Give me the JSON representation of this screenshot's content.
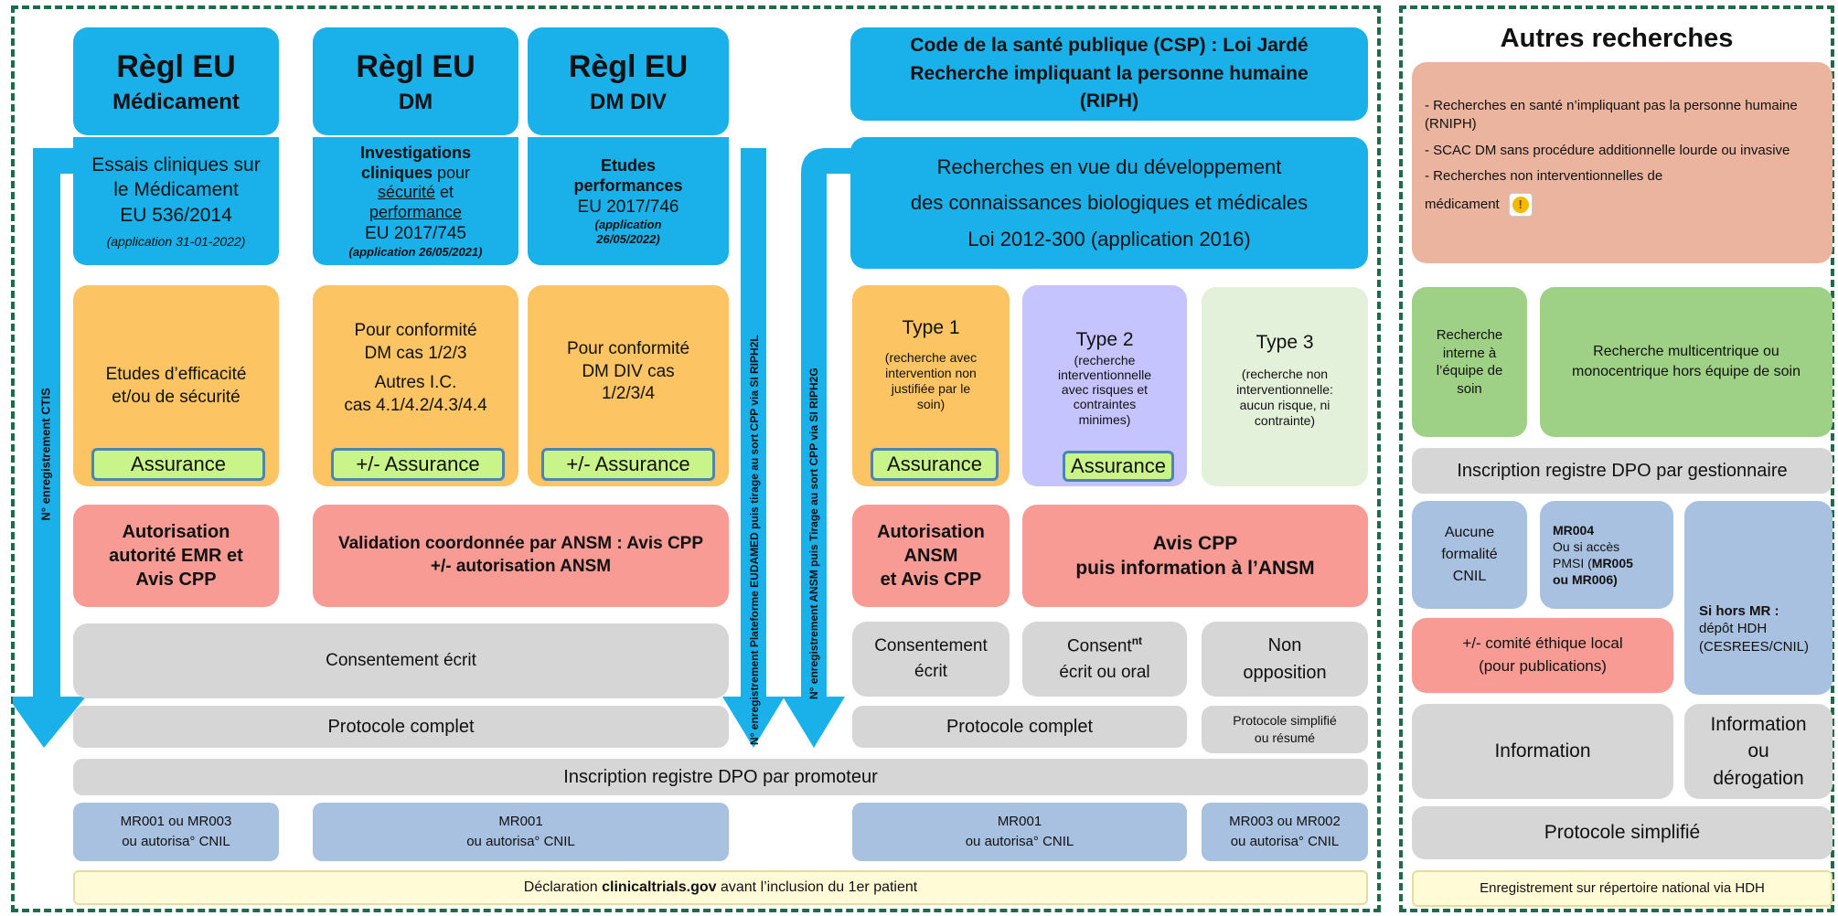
{
  "cols": {
    "med": {
      "title1": "Règl EU",
      "title2": "Médicament",
      "scope1": "Essais cliniques sur",
      "scope2": "le Médicament",
      "scope3": "EU 536/2014",
      "scope4": "(application 31-01-2022)",
      "study1": "Etudes d’efficacité",
      "study2": "et/ou de sécurité",
      "assur": "Assurance",
      "auth1": "Autorisation",
      "auth2": "autorité EMR et",
      "auth3": "Avis CPP",
      "reg1": "MR001 ou MR003",
      "reg2": "ou autorisa° CNIL"
    },
    "dm": {
      "title1": "Règl EU",
      "title2": "DM",
      "scope_b1": "Investigations",
      "scope_b2": "cliniques",
      "scope_pour": " pour",
      "scope_s": "sécurité",
      "scope_et": " et",
      "scope_p": "performance",
      "scope3": "EU 2017/745",
      "scope4": "(application 26/05/2021)",
      "study1": "Pour conformité",
      "study2": "DM cas 1/2/3",
      "study3": "Autres I.C.",
      "study4": "cas 4.1/4.2/4.3/4.4",
      "assur": "+/- Assurance",
      "reg1": "MR001",
      "reg2": "ou autorisa° CNIL"
    },
    "div": {
      "title1": "Règl EU",
      "title2": "DM DIV",
      "scope1": "Etudes",
      "scope2": "performances",
      "scope3": "EU 2017/746",
      "scope4": "(application",
      "scope5": "26/05/2022)",
      "study1": "Pour conformité",
      "study2": "DM DIV cas",
      "study3": "1/2/3/4",
      "assur": "+/- Assurance"
    },
    "dmdiv_valid": "Validation coordonnée par ANSM : Avis CPP +/- autorisation ANSM",
    "eu_consent": "Consentement écrit",
    "eu_protocol": "Protocole complet"
  },
  "csp": {
    "title1": "Code de la santé publique (CSP) : Loi Jardé",
    "title2": "Recherche impliquant la personne humaine",
    "title3": "(RIPH)",
    "scope1": "Recherches en vue du développement",
    "scope2": "des connaissances biologiques et médicales",
    "scope3": "Loi 2012-300 (application 2016)",
    "t1": {
      "title": "Type 1",
      "d1": "(recherche avec",
      "d2": "intervention non",
      "d3": "justifiée par le",
      "d4": "soin)",
      "assur": "Assurance"
    },
    "t2": {
      "title": "Type 2",
      "d1": "(recherche",
      "d2": "interventionnelle",
      "d3": "avec risques et",
      "d4": "contraintes",
      "d5": "minimes)",
      "assur": "Assurance"
    },
    "t3": {
      "title": "Type 3",
      "d1": "(recherche non",
      "d2": "interventionnelle:",
      "d3": "aucun risque, ni",
      "d4": "contrainte)"
    },
    "auth1": "Autorisation",
    "auth2": "ANSM",
    "auth3": "et Avis CPP",
    "avis1": "Avis CPP",
    "avis2": "puis information à l’ANSM",
    "c1a": "Consentement",
    "c1b": "écrit",
    "c2a": "Consent",
    "c2sup": "nt",
    "c2b": "écrit ou oral",
    "c3a": "Non",
    "c3b": "opposition",
    "protocol": "Protocole complet",
    "proto_s1": "Protocole simplifié",
    "proto_s2": "ou résumé",
    "reg1a": "MR001",
    "reg1b": "ou autorisa° CNIL",
    "reg2a": "MR003 ou MR002",
    "reg2b": "ou autorisa° CNIL"
  },
  "shared": {
    "dpo_promoteur": "Inscription registre DPO par promoteur",
    "decl_pre": "Déclaration ",
    "decl_bold": "clinicaltrials.gov",
    "decl_post": " avant l’inclusion du 1er patient"
  },
  "arrows": {
    "ctis": "N° enregistrement CTIS",
    "eudamed": "N° enregistrement Plateforme EUDAMED puis tirage au sort CPP via SI RIPH2L",
    "ansm": "N° enregistrement ANSM puis Tirage au sort CPP via SI RIPH2G"
  },
  "autres": {
    "title": "Autres recherches",
    "list": [
      "- Recherches en santé n’impliquant pas la personne humaine (RNIPH)",
      "- SCAC DM sans procédure additionnelle lourde ou invasive",
      "- Recherches non interventionnelles de"
    ],
    "list_last": "médicament",
    "interne1": "Recherche",
    "interne2": "interne à",
    "interne3": "l’équipe de",
    "interne4": "soin",
    "multi1": "Recherche multicentrique ou",
    "multi2": "monocentrique hors équipe de soin",
    "dpo_gest": "Inscription registre DPO par gestionnaire",
    "aucune1": "Aucune",
    "aucune2": "formalité",
    "aucune3": "CNIL",
    "mr004_1": "MR004",
    "mr004_2": "Ou si accès",
    "mr004_3": "PMSI (",
    "mr004_3b": "MR005",
    "mr004_4": "ou MR006)",
    "hors1": "Si hors MR :",
    "hors2": "dépôt HDH",
    "hors3": "(CESREES/CNIL)",
    "comite1": "+/- comité éthique local",
    "comite2": "(pour publications)",
    "info": "Information",
    "info_d1": "Information",
    "info_d2": "ou",
    "info_d3": "dérogation",
    "proto": "Protocole simplifié",
    "enreg": "Enregistrement sur répertoire national via HDH"
  },
  "colors": {
    "blue": "#1ab1ea",
    "orange": "#fcc462",
    "red": "#f79b94",
    "grey": "#d6d6d6",
    "steel": "#a9c1e0",
    "green": "#9ed186",
    "salmon": "#ebb49f",
    "frame": "#1c6b4a"
  }
}
